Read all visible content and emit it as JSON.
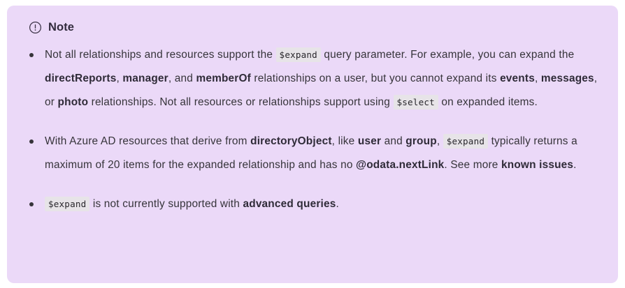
{
  "callout": {
    "type": "note",
    "icon": "info-circle-icon",
    "title": "Note",
    "background_color": "#ebd9f8",
    "text_color": "#36343a",
    "code_background_color": "#e7e4e8",
    "items": [
      {
        "id": "expand-support",
        "segments": [
          {
            "type": "text",
            "value": "Not all relationships and resources support the "
          },
          {
            "type": "code",
            "value": "$expand"
          },
          {
            "type": "text",
            "value": " query parameter. For example, you can expand the "
          },
          {
            "type": "bold",
            "value": "directReports"
          },
          {
            "type": "text",
            "value": ", "
          },
          {
            "type": "bold",
            "value": "manager"
          },
          {
            "type": "text",
            "value": ", and "
          },
          {
            "type": "bold",
            "value": "memberOf"
          },
          {
            "type": "text",
            "value": " relationships on a user, but you cannot expand its "
          },
          {
            "type": "bold",
            "value": "events"
          },
          {
            "type": "text",
            "value": ", "
          },
          {
            "type": "bold",
            "value": "messages"
          },
          {
            "type": "text",
            "value": ", or "
          },
          {
            "type": "bold",
            "value": "photo"
          },
          {
            "type": "text",
            "value": " relationships. Not all resources or relationships support using "
          },
          {
            "type": "code",
            "value": "$select"
          },
          {
            "type": "text",
            "value": " on expanded items."
          }
        ]
      },
      {
        "id": "azure-ad-directoryobject",
        "segments": [
          {
            "type": "text",
            "value": "With Azure AD resources that derive from "
          },
          {
            "type": "bold",
            "value": "directoryObject"
          },
          {
            "type": "text",
            "value": ", like "
          },
          {
            "type": "bold",
            "value": "user"
          },
          {
            "type": "text",
            "value": " and "
          },
          {
            "type": "bold",
            "value": "group"
          },
          {
            "type": "text",
            "value": ", "
          },
          {
            "type": "code",
            "value": "$expand"
          },
          {
            "type": "text",
            "value": " typically returns a maximum of 20 items for the expanded relationship and has no "
          },
          {
            "type": "bold",
            "value": "@odata.nextLink"
          },
          {
            "type": "text",
            "value": ". See more "
          },
          {
            "type": "bold",
            "value": "known issues"
          },
          {
            "type": "text",
            "value": "."
          }
        ]
      },
      {
        "id": "advanced-queries",
        "segments": [
          {
            "type": "code",
            "value": "$expand"
          },
          {
            "type": "text",
            "value": " is not currently supported with "
          },
          {
            "type": "bold",
            "value": "advanced queries"
          },
          {
            "type": "text",
            "value": "."
          }
        ]
      }
    ]
  }
}
